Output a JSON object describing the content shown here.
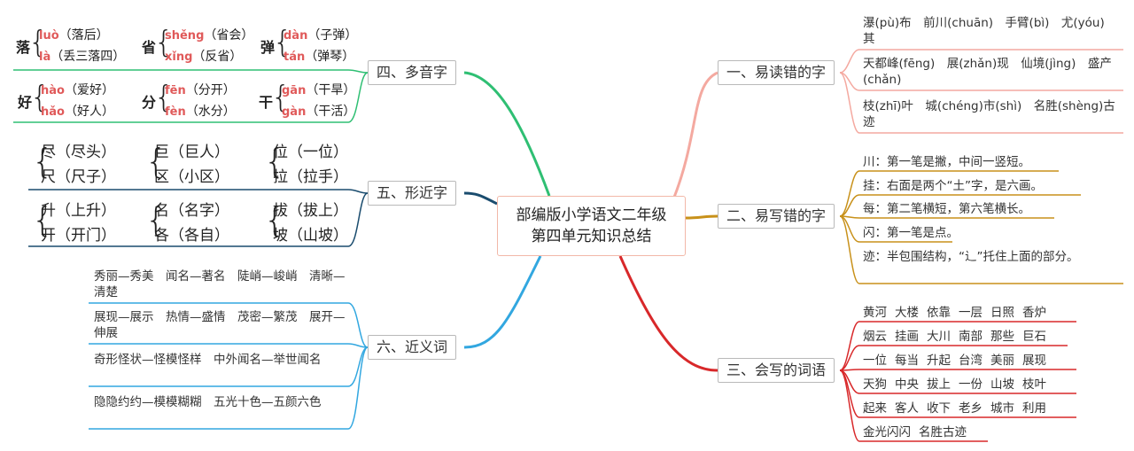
{
  "center": {
    "line1": "部编版小学语文二年级",
    "line2": "第四单元知识总结"
  },
  "branches": {
    "b1": "一、易读错的字",
    "b2": "二、易写错的字",
    "b3": "三、会写的词语",
    "b4": "四、多音字",
    "b5": "五、形近字",
    "b6": "六、近义词"
  },
  "b1_items": [
    "瀑(pù)布　前川(chuān)　手臂(bì)　尤(yóu)其",
    "天都峰(fēng)　展(zhǎn)现　仙境(jìng)　盛产(chǎn)",
    "枝(zhī)叶　城(chéng)市(shì)　名胜(shèng)古迹"
  ],
  "b2_items": [
    "川：第一笔是撇，中间一竖短。",
    "挂：右面是两个“土”字，是六画。",
    "每：第二笔横短，第六笔横长。",
    "闪：第一笔是点。",
    "迹：半包围结构，“辶”托住上面的部分。"
  ],
  "b3_rows": [
    [
      "黄河",
      "大楼",
      "依靠",
      "一层",
      "日照",
      "香炉"
    ],
    [
      "烟云",
      "挂画",
      "大川",
      "南部",
      "那些",
      "巨石"
    ],
    [
      "一位",
      "每当",
      "升起",
      "台湾",
      "美丽",
      "展现"
    ],
    [
      "天狗",
      "中央",
      "拔上",
      "一份",
      "山坡",
      "枝叶"
    ],
    [
      "起来",
      "客人",
      "收下",
      "老乡",
      "城市",
      "利用"
    ],
    [
      "金光闪闪",
      "名胜古迹"
    ]
  ],
  "b4_groups": [
    {
      "char": "落",
      "r1_py": "luò",
      "r1_w": "（落后）",
      "r2_py": "là",
      "r2_w": "（丢三落四）"
    },
    {
      "char": "省",
      "r1_py": "shěng",
      "r1_w": "（省会）",
      "r2_py": "xǐng",
      "r2_w": "（反省）"
    },
    {
      "char": "弹",
      "r1_py": "dàn",
      "r1_w": "（子弹）",
      "r2_py": "tán",
      "r2_w": "（弹琴）"
    },
    {
      "char": "好",
      "r1_py": "hào",
      "r1_w": "（爱好）",
      "r2_py": "hǎo",
      "r2_w": "（好人）"
    },
    {
      "char": "分",
      "r1_py": "fēn",
      "r1_w": "（分开）",
      "r2_py": "fèn",
      "r2_w": "（水分）"
    },
    {
      "char": "干",
      "r1_py": "gān",
      "r1_w": "（干旱）",
      "r2_py": "gàn",
      "r2_w": "（干活）"
    }
  ],
  "b5_groups": [
    {
      "a": "尽（尽头）",
      "b": "尺（尺子）"
    },
    {
      "a": "巨（巨人）",
      "b": "区（小区）"
    },
    {
      "a": "位（一位）",
      "b": "拉（拉手）"
    },
    {
      "a": "升（上升）",
      "b": "开（开门）"
    },
    {
      "a": "名（名字）",
      "b": "各（各自）"
    },
    {
      "a": "拔（拔上）",
      "b": "坡（山坡）"
    }
  ],
  "b6_items": [
    "秀丽—秀美　闻名—著名　陡峭—峻峭　清晰—清楚",
    "展现—展示　热情—盛情　茂密—繁茂　展开—伸展",
    "奇形怪状—怪模怪样　中外闻名—举世闻名",
    "隐隐约约—模模糊糊　五光十色—五颜六色"
  ],
  "colors": {
    "b1": "#f4a9a0",
    "b2": "#c8911a",
    "b3": "#d8282a",
    "b4": "#2fbf73",
    "b5": "#1a4c6e",
    "b6": "#32a7e0"
  }
}
